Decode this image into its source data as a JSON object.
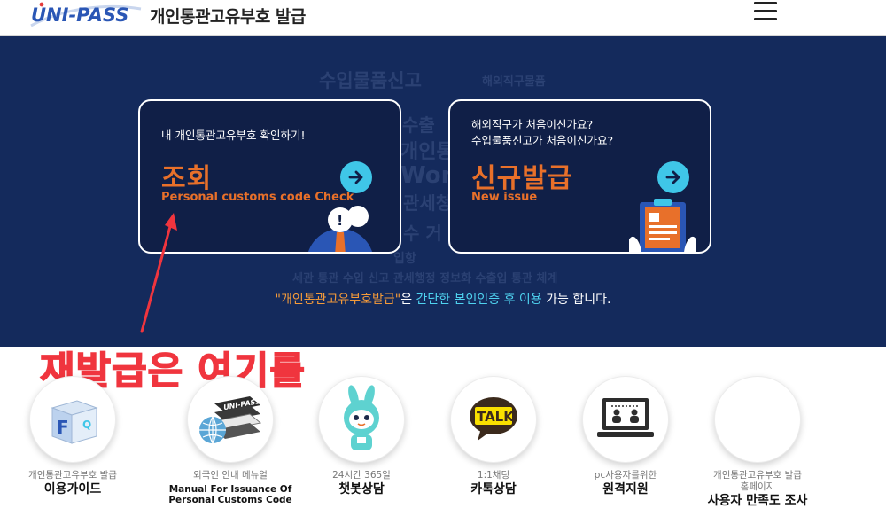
{
  "header": {
    "logo_text": "UNI-PASS",
    "title": "개인통관고유부호 발급"
  },
  "hero": {
    "card_check": {
      "prompt": "내 개인통관고유부호 확인하기!",
      "title": "조회",
      "subtitle": "Personal customs code Check"
    },
    "card_new": {
      "prompt_line1": "해외직구가 처음이신가요?",
      "prompt_line2": "수입물품신고가 처음이신가요?",
      "title": "신규발급",
      "subtitle": "New issue"
    },
    "note": {
      "quoted": "\"개인통관고유부호발급\"",
      "part1": "은 ",
      "highlight": "간단한 본인인증 후 이용",
      "part2": " 가능 합니다."
    },
    "background_words": [
      "수입물품신고",
      "해외직구물품",
      "수출",
      "개인통관",
      "World",
      "관세청",
      "수 거",
      "입항",
      "세관 통관 수입 신고 관세행정 정보화 수출입 통관 체계"
    ]
  },
  "annotation": {
    "text": "재발급은 여기를",
    "color": "#f0353e"
  },
  "menu": [
    {
      "small": "개인통관고유부호 발급",
      "big": "이용가이드",
      "icon": "faq-box-icon"
    },
    {
      "small": "외국인 안내 메뉴얼",
      "big_en_1": "Manual For Issuance Of",
      "big_en_2": "Personal Customs Code",
      "icon": "unipass-books-globe-icon"
    },
    {
      "small": "24시간 365일",
      "big": "챗봇상담",
      "icon": "chatbot-mascot-icon"
    },
    {
      "small": "1:1채팅",
      "big": "카톡상담",
      "icon": "kakao-talk-icon"
    },
    {
      "small": "pc사용자를위한",
      "big": "원격지원",
      "icon": "remote-support-monitor-icon"
    },
    {
      "small_1": "개인통관고유부호 발급",
      "small_2": "홈페이지",
      "big": "사용자 만족도 조사",
      "icon": "blank-circle"
    }
  ],
  "colors": {
    "hero_bg": "#142a5c",
    "card_bg": "#101f47",
    "accent_orange": "#e8702a",
    "accent_cyan": "#3fc6e8"
  }
}
